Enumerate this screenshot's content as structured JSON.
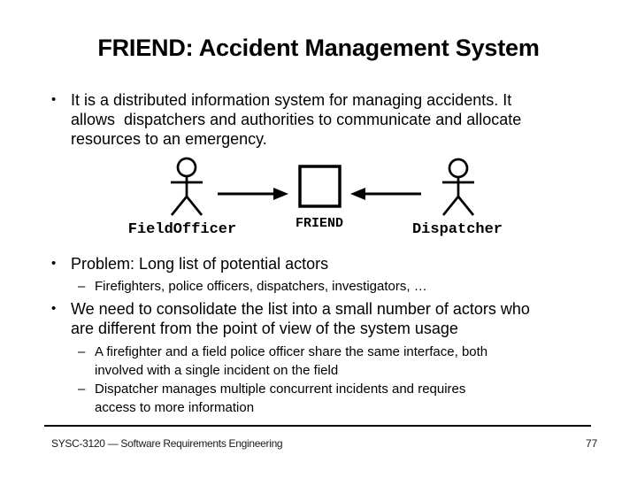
{
  "slide": {
    "title": "FRIEND: Accident Management System",
    "bullets": {
      "glyph_level1": "•",
      "glyph_level2": "–",
      "b1_lines": [
        "It is a distributed information system for managing accidents. It",
        "allows  dispatchers and authorities to communicate and allocate",
        "resources to an emergency."
      ],
      "b2": "Problem: Long list of potential actors",
      "b2_sub1": "Firefighters, police officers, dispatchers, investigators, …",
      "b3_lines": [
        "We need to consolidate the list into a small number of actors who",
        "are different from the point of view of the system usage"
      ],
      "b3_sub1_lines": [
        "A firefighter and a field police officer share the same interface, both",
        "involved with a single incident on the field"
      ],
      "b3_sub2_lines": [
        "Dispatcher manages multiple concurrent incidents and requires",
        "access to more information"
      ]
    },
    "diagram": {
      "actor_left_label": "FieldOfficer",
      "box_label": "FRIEND",
      "actor_right_label": "Dispatcher"
    },
    "footer": {
      "course": "SYSC-3120 — Software Requirements Engineering",
      "page_number": "77"
    },
    "colors": {
      "text": "#000000",
      "background": "#ffffff",
      "divider": "#000000"
    }
  }
}
